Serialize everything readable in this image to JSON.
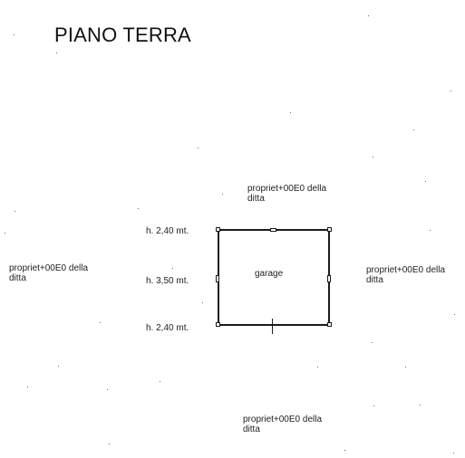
{
  "title": "PIANO TERRA",
  "room": {
    "name": "garage"
  },
  "heights": {
    "top": "h. 2,40 mt.",
    "middle": "h. 3,50 mt.",
    "bottom": "h. 2,40 mt."
  },
  "neighbors": {
    "north": "propriet+00E0 della\nditta",
    "west": "propriet+00E0 della\nditta",
    "east": "propriet+00E0 della\nditta",
    "south": "propriet+00E0 della\nditta"
  }
}
